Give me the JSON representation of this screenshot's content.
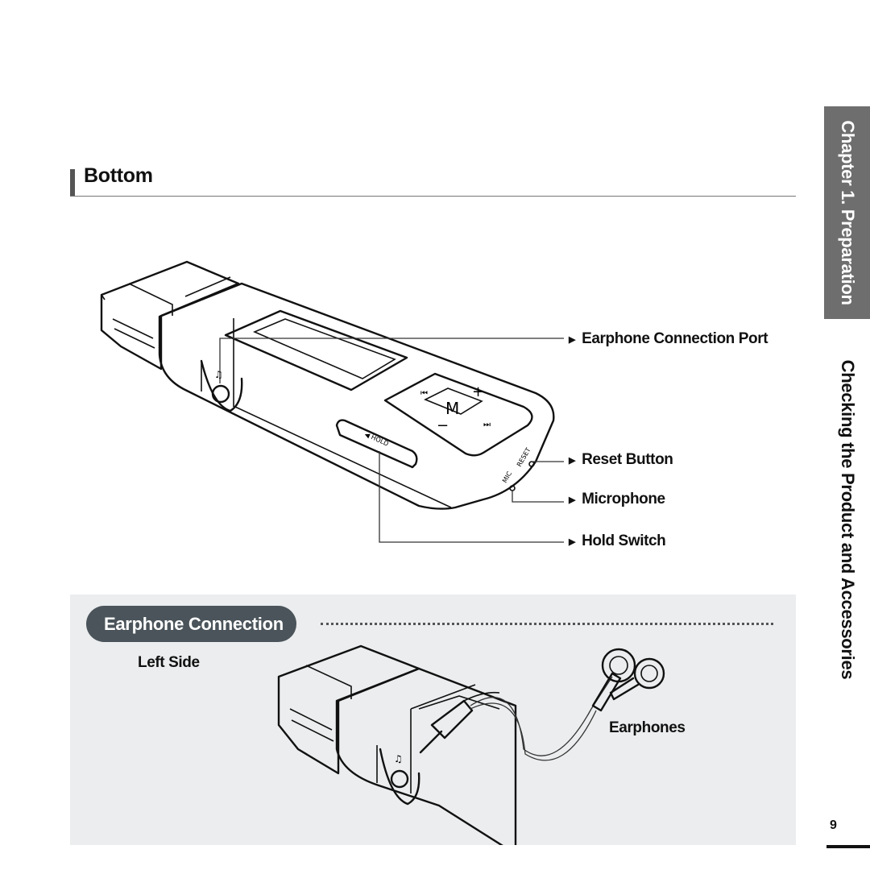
{
  "section": {
    "title": "Bottom"
  },
  "callouts": {
    "earphone_port": "Earphone Connection Port",
    "reset_button": "Reset Button",
    "microphone": "Microphone",
    "hold_switch": "Hold Switch",
    "arrow_glyph": "▶"
  },
  "device": {
    "center_button": "M",
    "plus": "+",
    "minus": "−",
    "hold": "◀ HOLD",
    "reset": "RESET",
    "mic": "MIC"
  },
  "earphone_connection": {
    "title": "Earphone Connection",
    "left_side": "Left Side",
    "earphones": "Earphones"
  },
  "side_tab": {
    "chapter": "Chapter 1. Preparation",
    "topic": "Checking the Product and Accessories"
  },
  "page_number": "9",
  "colors": {
    "side_tab_dark": "#6e6e6e",
    "panel_bg": "#ebedee",
    "pill_bg": "#4a545a",
    "heading_bar": "#555555"
  }
}
